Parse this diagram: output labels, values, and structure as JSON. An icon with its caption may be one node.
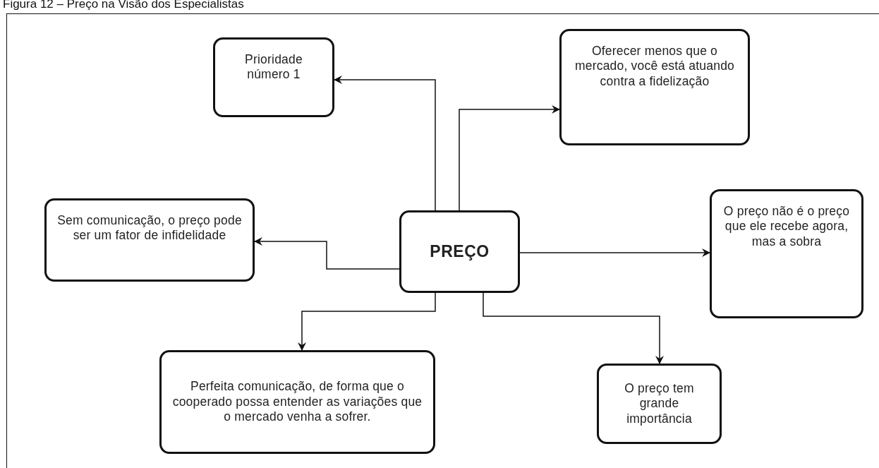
{
  "diagram": {
    "title": "Figura 12 – Preço na Visão dos Especialistas",
    "nodes": [
      {
        "text": [
          "PREÇO"
        ]
      },
      {
        "text": [
          "Prioridade número 1"
        ]
      },
      {
        "text": [
          "Oferecer menos que o mercado, você está atuando contra a fidelização"
        ]
      },
      {
        "text": [
          "Sem comunicação, o preço pode ser um fator de infidelidade"
        ]
      },
      {
        "text": [
          "O preço não é o preço  que ele recebe agora, mas a sobra"
        ]
      },
      {
        "text": [
          "Perfeita comunicação, de forma que o cooperado possa entender as variações que o mercado venha a sofrer."
        ]
      },
      {
        "text": [
          "O preço tem grande importância"
        ]
      }
    ],
    "edges": [
      {
        "from": 0,
        "to": 1,
        "arrow": "to"
      },
      {
        "from": 0,
        "to": 2,
        "arrow": "to"
      },
      {
        "from": 0,
        "to": 3,
        "arrow": "to"
      },
      {
        "from": 0,
        "to": 4,
        "arrow": "to"
      },
      {
        "from": 0,
        "to": 5,
        "arrow": "to"
      },
      {
        "from": 0,
        "to": 6,
        "arrow": "to"
      }
    ]
  }
}
